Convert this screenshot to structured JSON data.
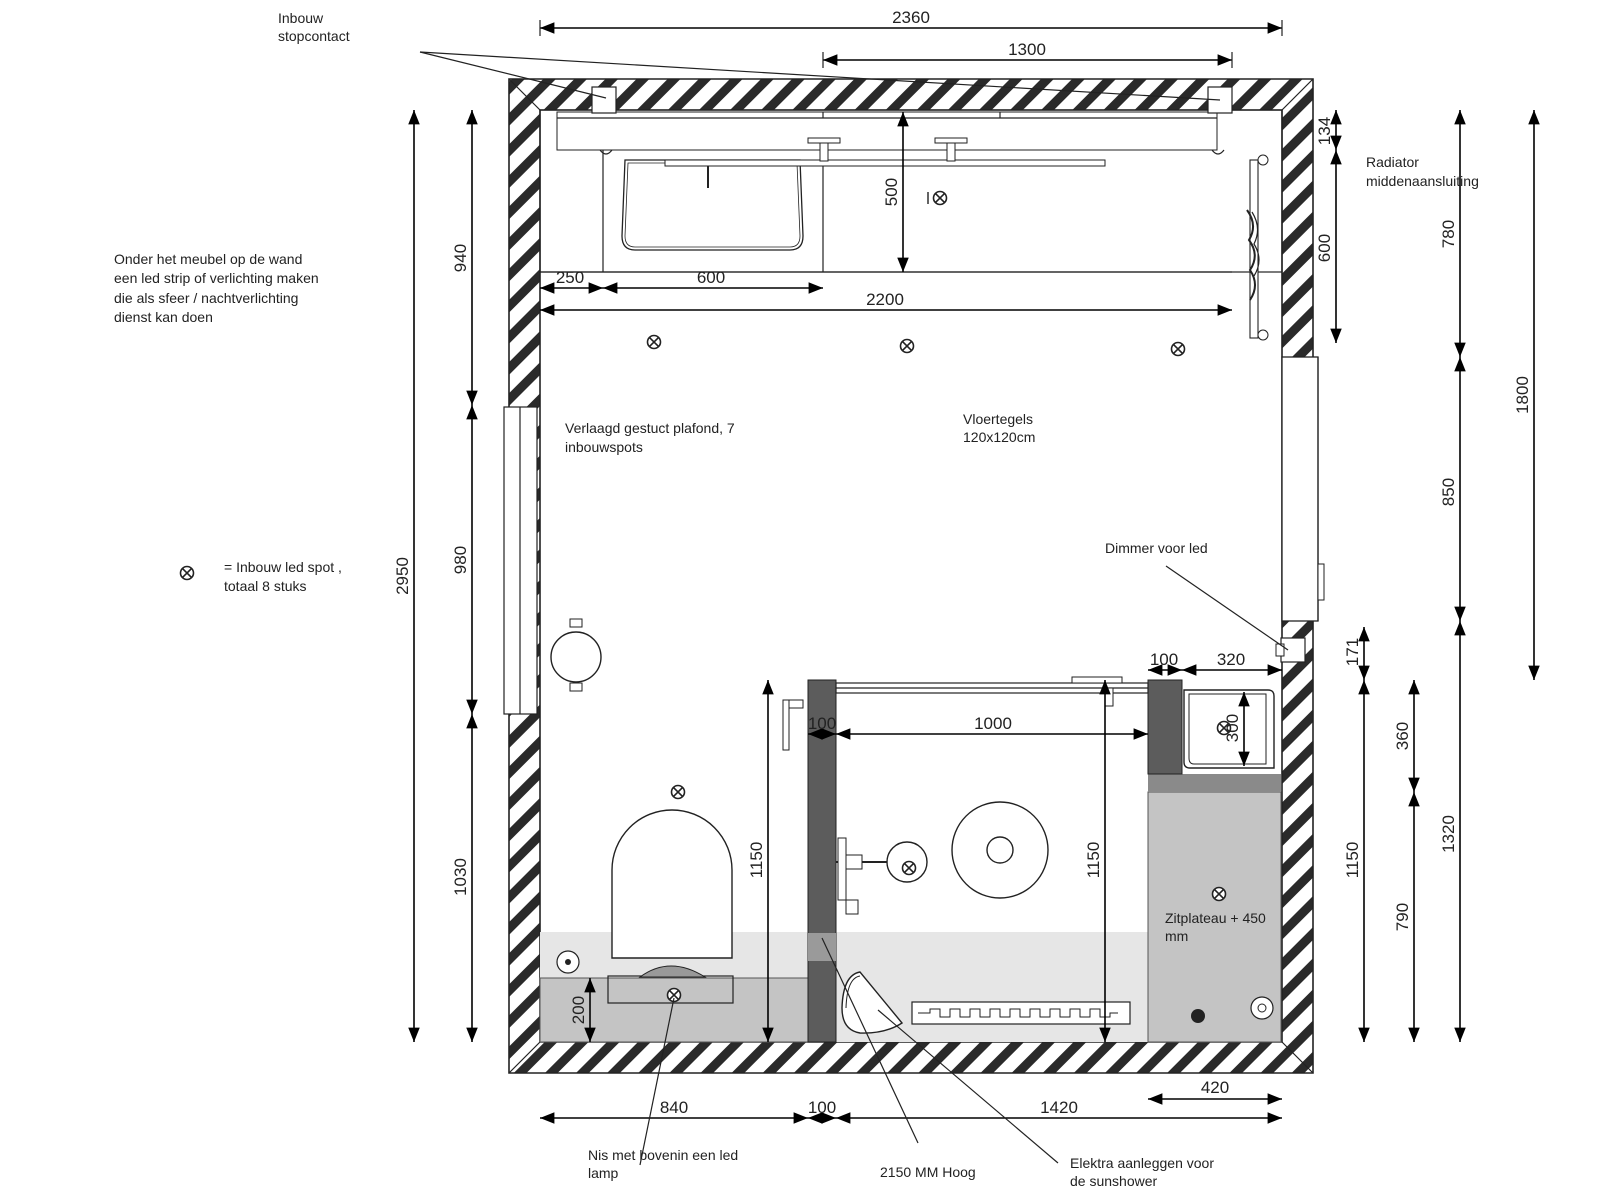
{
  "notes": {
    "inbouw_stopcontact": [
      "Inbouw",
      "stopcontact"
    ],
    "meubel_led": [
      "Onder het meubel op de wand",
      "een led strip of verlichting maken",
      "die als sfeer / nachtverlichting",
      "dienst kan doen"
    ],
    "legend_led": [
      "= Inbouw led spot ,",
      "totaal 8 stuks"
    ],
    "radiator": [
      "Radiator",
      "middenaansluiting"
    ],
    "plafond": [
      "Verlaagd gestuct plafond, 7",
      "inbouwspots"
    ],
    "vloertegels": [
      "Vloertegels",
      "120x120cm"
    ],
    "dimmer": "Dimmer voor led",
    "zitplateau": [
      "Zitplateau + 450",
      "mm"
    ],
    "nis": [
      "Nis met bovenin een led",
      "lamp"
    ],
    "hoog": "2150 MM Hoog",
    "elektra": [
      "Elektra aanleggen voor",
      "de sunshower"
    ]
  },
  "dims": {
    "top_total": "2360",
    "top_inner": "1300",
    "meubel_250": "250",
    "meubel_600": "600",
    "meubel_total": "2200",
    "sink_depth": "500",
    "radiator_134": "134",
    "radiator_600": "600",
    "shower_100a": "100",
    "shower_1000": "1000",
    "shower_1150a": "1150",
    "shower_1150b": "1150",
    "bench_100": "100",
    "bench_320": "320",
    "bench_300": "300",
    "niche_200": "200",
    "bottom_840": "840",
    "bottom_100": "100",
    "bottom_1420": "1420",
    "bottom_420": "420",
    "left_2950": "2950",
    "left_940": "940",
    "left_980": "980",
    "left_1030": "1030",
    "right_171": "171",
    "right_1150": "1150",
    "right_360": "360",
    "right_790": "790",
    "right_780": "780",
    "right_850": "850",
    "right_1320": "1320",
    "right_1800": "1800"
  }
}
